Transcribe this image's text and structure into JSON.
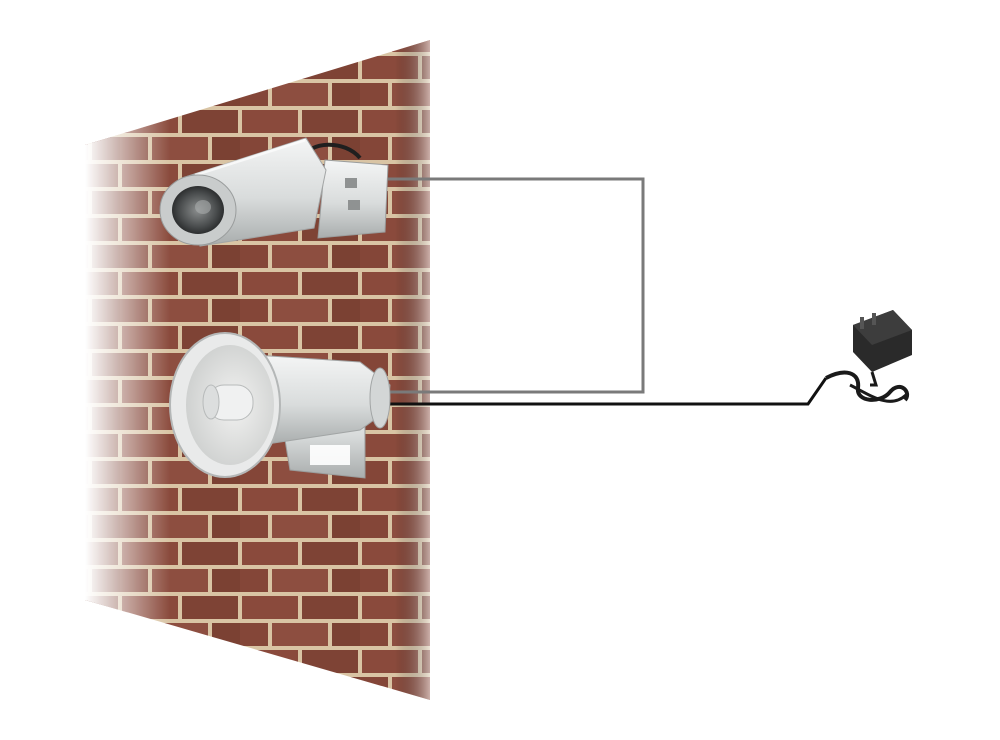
{
  "scene": {
    "components": [
      {
        "id": "camera",
        "icon": "bullet-camera-icon"
      },
      {
        "id": "horn-speaker",
        "icon": "horn-speaker-icon"
      },
      {
        "id": "power-adapter",
        "icon": "power-adapter-icon"
      }
    ],
    "colors": {
      "background": "#ffffff",
      "brick": "#8a4a3c",
      "mortar": "#d9c4a4",
      "device_body": "#e4e6e6",
      "signal_cable": "#7a7a7a",
      "power_cable": "#111111"
    }
  }
}
